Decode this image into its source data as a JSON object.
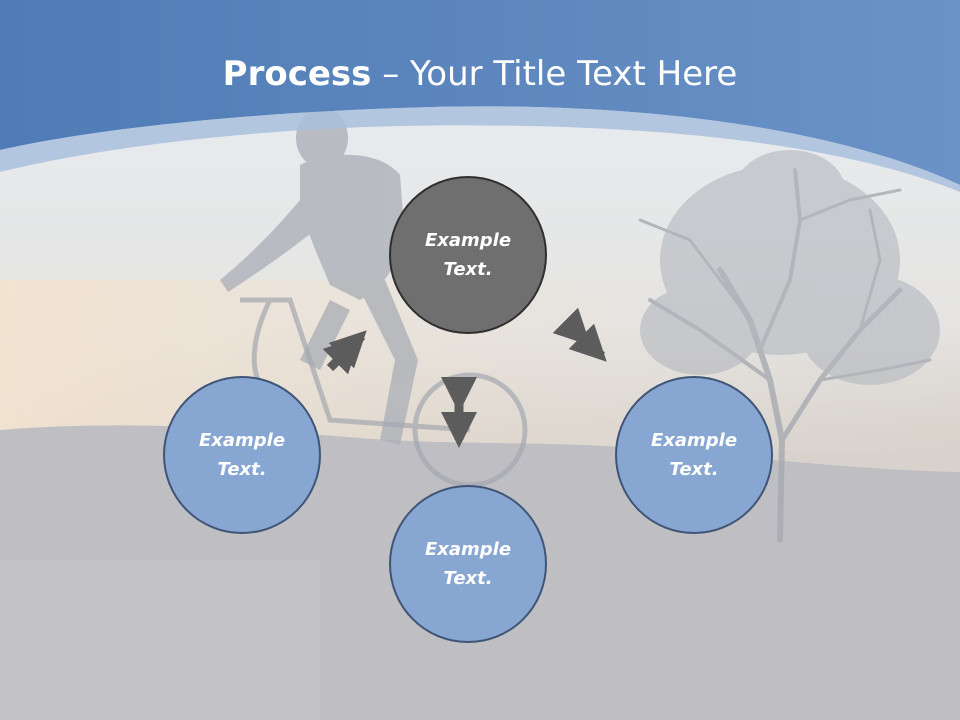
{
  "title": {
    "bold": "Process",
    "separator": " – ",
    "rest": "Your Title Text Here"
  },
  "nodes": {
    "top": {
      "line1": "Example",
      "line2": "Text."
    },
    "left": {
      "line1": "Example",
      "line2": "Text."
    },
    "right": {
      "line1": "Example",
      "line2": "Text."
    },
    "bottom": {
      "line1": "Example",
      "line2": "Text."
    }
  },
  "colors": {
    "header_blue": "#5b86bf",
    "node_blue": "#87a6d1",
    "node_gray": "#6f6f6f",
    "arrow_gray": "#5c5c5c"
  }
}
